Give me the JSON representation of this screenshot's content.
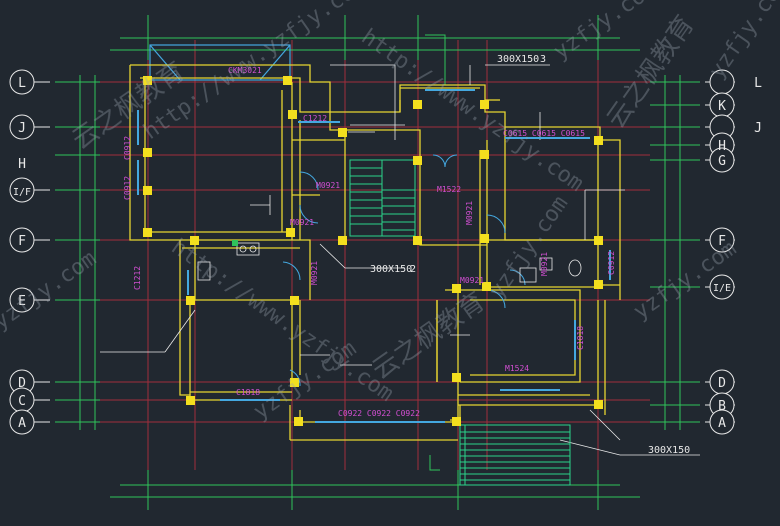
{
  "axis_labels_left": [
    "L",
    "J",
    "H",
    "I/F",
    "F",
    "E",
    "D",
    "C",
    "A"
  ],
  "axis_labels_right": [
    "L",
    "K",
    "J",
    "H",
    "G",
    "F",
    "I/E",
    "D",
    "B",
    "A"
  ],
  "tags": {
    "top": "300X150",
    "top_no": "3",
    "mid": "300X150",
    "mid_no": "2",
    "bottom": "300X150"
  },
  "rooms": {
    "ckm": "CKM3021",
    "c1212_top": "C1212",
    "c0912_a": "C0912",
    "c0912_b": "C0912",
    "c0615": "C0615 C0615 C0615",
    "h": "H",
    "m1522": "M1522",
    "m0921_a": "M0921",
    "m0921_b": "M0921",
    "m0921_c": "M0921",
    "m0921_d": "M0921",
    "c1212_left": "C1212",
    "c0912_r": "C0912",
    "c1818_r": "C1818",
    "c1818_b": "C1818",
    "m1524": "M1524",
    "c0922": "C0922 C0922 C0922",
    "m0921_e": "M0921"
  },
  "watermarks": [
    "http://www.yzfjy.com",
    "云之枫教育",
    "yzfjy.com"
  ],
  "colors": {
    "background": "#212830",
    "wall": "#e6d430",
    "column": "#f3df1e",
    "axis": "#c8384a",
    "dimension": "#2fc45a",
    "window": "#44a8e0",
    "stair": "#2bd48a",
    "magenta_text": "#d24fd2",
    "white": "#e8e8e8"
  },
  "icons": {
    "stair": "stair-symbol",
    "door": "door-arc",
    "column": "column-square"
  }
}
